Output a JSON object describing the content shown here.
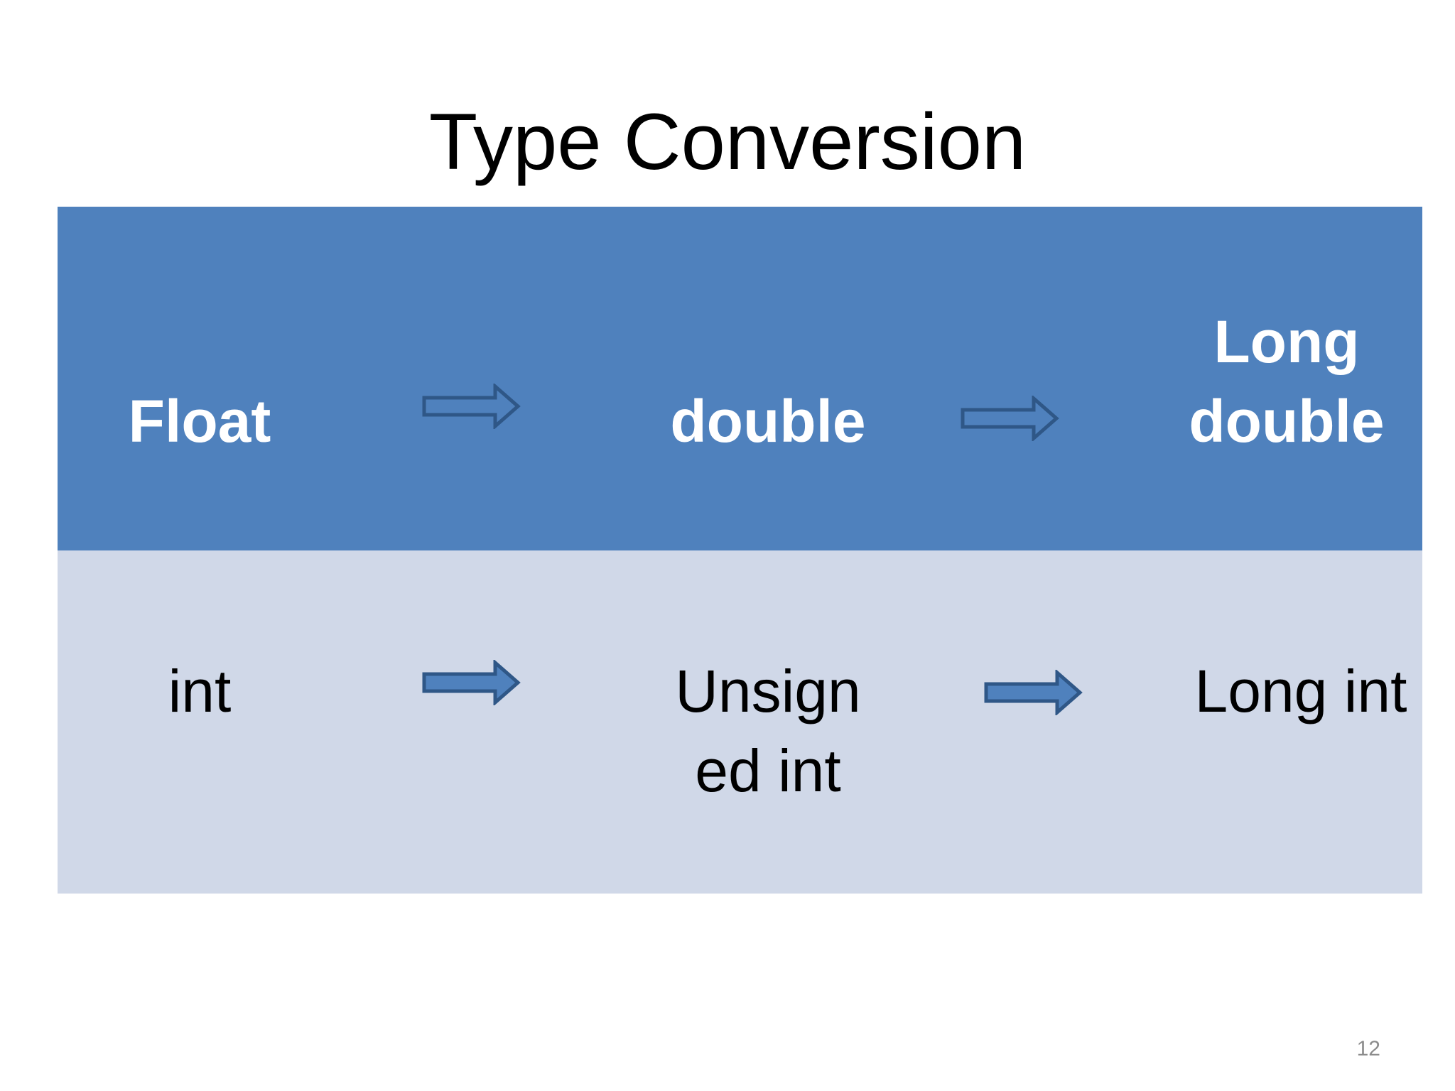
{
  "slide": {
    "title": "Type Conversion",
    "page_number": "12"
  },
  "table": {
    "header_row": {
      "cells": [
        "Float",
        "double",
        "Long double"
      ]
    },
    "body_row": {
      "cells": [
        "int",
        "Unsigned int",
        "Long int"
      ]
    }
  },
  "colors": {
    "header_fill": "#4f81bd",
    "body_fill": "#d0d8e8",
    "arrow_outline": "#2f5787",
    "arrow_fill_solid": "#4f81bd"
  },
  "icons": {
    "header_arrows": "arrow-right-outline-icon",
    "body_arrows": "arrow-right-filled-icon"
  }
}
